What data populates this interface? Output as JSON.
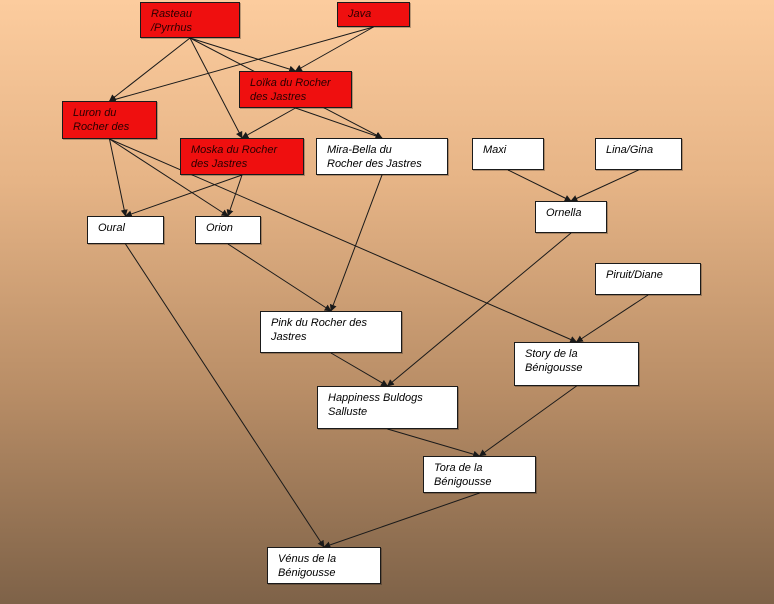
{
  "colors": {
    "highlight": "#ef0f0f",
    "normal": "#ffffff",
    "edge": "#1a1a1a"
  },
  "nodes": {
    "rasteau": {
      "label": "Rasteau\n/Pyrrhus",
      "highlight": true
    },
    "java": {
      "label": "Java",
      "highlight": true
    },
    "loika": {
      "label": "Loïka du Rocher\ndes Jastres",
      "highlight": true
    },
    "luron": {
      "label": "Luron du\nRocher des",
      "highlight": true
    },
    "moska": {
      "label": "Moska du Rocher\ndes Jastres",
      "highlight": true
    },
    "mira": {
      "label": "Mira-Bella du\nRocher des Jastres",
      "highlight": false
    },
    "maxi": {
      "label": "Maxi",
      "highlight": false
    },
    "lina": {
      "label": "Lina/Gina",
      "highlight": false
    },
    "ornella": {
      "label": "Ornella",
      "highlight": false
    },
    "oural": {
      "label": "Oural",
      "highlight": false
    },
    "orion": {
      "label": "Orion",
      "highlight": false
    },
    "piruit": {
      "label": "Piruit/Diane",
      "highlight": false
    },
    "pink": {
      "label": "Pink du Rocher des\nJastres",
      "highlight": false
    },
    "story": {
      "label": "Story de la\nBénigousse",
      "highlight": false
    },
    "happiness": {
      "label": "Happiness Buldogs\nSalluste",
      "highlight": false
    },
    "tora": {
      "label": "Tora  de la\nBénigousse",
      "highlight": false
    },
    "venus": {
      "label": "Vénus de la\nBénigousse",
      "highlight": false
    }
  },
  "edges": [
    [
      "rasteau",
      "luron"
    ],
    [
      "rasteau",
      "loika"
    ],
    [
      "rasteau",
      "moska"
    ],
    [
      "java",
      "luron"
    ],
    [
      "java",
      "loika"
    ],
    [
      "loika",
      "moska"
    ],
    [
      "loika",
      "mira"
    ],
    [
      "rasteau",
      "mira"
    ],
    [
      "luron",
      "oural"
    ],
    [
      "luron",
      "orion"
    ],
    [
      "luron",
      "story"
    ],
    [
      "moska",
      "oural"
    ],
    [
      "moska",
      "orion"
    ],
    [
      "maxi",
      "ornella"
    ],
    [
      "lina",
      "ornella"
    ],
    [
      "mira",
      "pink"
    ],
    [
      "orion",
      "pink"
    ],
    [
      "ornella",
      "happiness"
    ],
    [
      "pink",
      "happiness"
    ],
    [
      "piruit",
      "story"
    ],
    [
      "happiness",
      "tora"
    ],
    [
      "story",
      "tora"
    ],
    [
      "oural",
      "venus"
    ],
    [
      "tora",
      "venus"
    ]
  ]
}
